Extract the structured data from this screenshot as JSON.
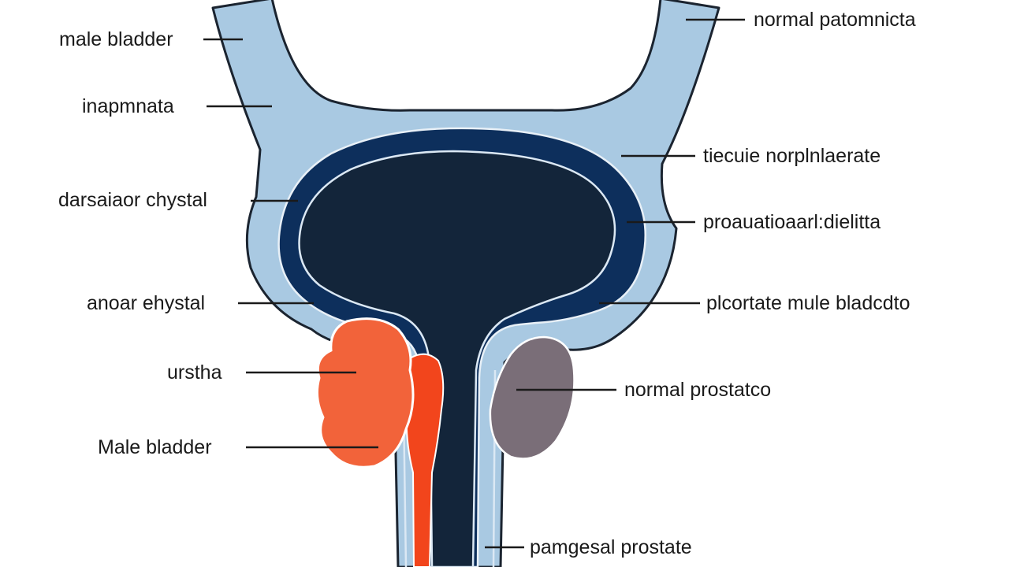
{
  "colors": {
    "background": "#ffffff",
    "bladder_wall": "#a9c9e2",
    "outline": "#1b2430",
    "lining": "#0d2f5c",
    "lumen": "#13253a",
    "lumen_inner_line": "#dbe8f4",
    "left_lobe": "#f2633a",
    "urethra_strip": "#f2451c",
    "right_lobe": "#7a6e78",
    "leader_line": "#1a1a1a",
    "label_text": "#1a1a1a"
  },
  "labels": {
    "left": [
      "male bladder",
      "inapmnata",
      "darsaiaor chystal",
      "anoar ehystal",
      "urstha",
      "Male bladder"
    ],
    "right": [
      "normal patomnicta",
      "tiecuie norplnlaerate",
      "proauatioaarl:dielitta",
      "plcortate mule bladcdto",
      "normal prostatco",
      "pamgesal prostate"
    ]
  }
}
